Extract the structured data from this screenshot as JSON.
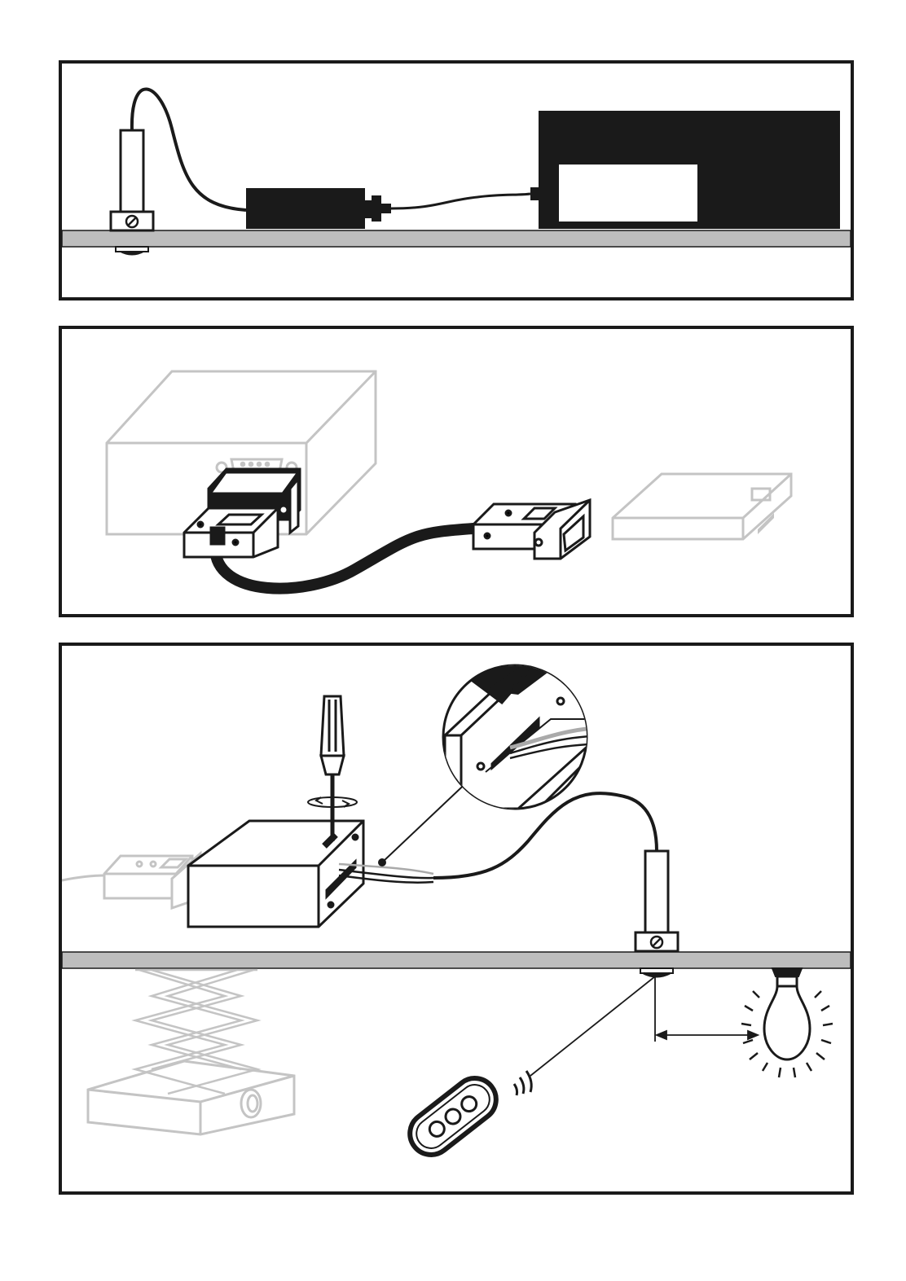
{
  "colors": {
    "ink": "#1a1a1a",
    "ceiling": "#bdbdbd",
    "ghost": "#c4c4c4",
    "background": "#ffffff"
  },
  "panels": [
    {
      "id": "power-supply-connection",
      "icons": [
        "ir-receiver-icon",
        "power-adapter-icon",
        "control-box-icon"
      ]
    },
    {
      "id": "serial-cable-connection",
      "icons": [
        "projector-icon",
        "serial-connector-icon",
        "interface-box-icon"
      ]
    },
    {
      "id": "wiring-and-remote",
      "icons": [
        "screwdriver-icon",
        "terminal-box-icon",
        "ir-receiver-icon",
        "projector-lift-icon",
        "remote-control-icon",
        "light-bulb-icon"
      ]
    }
  ]
}
